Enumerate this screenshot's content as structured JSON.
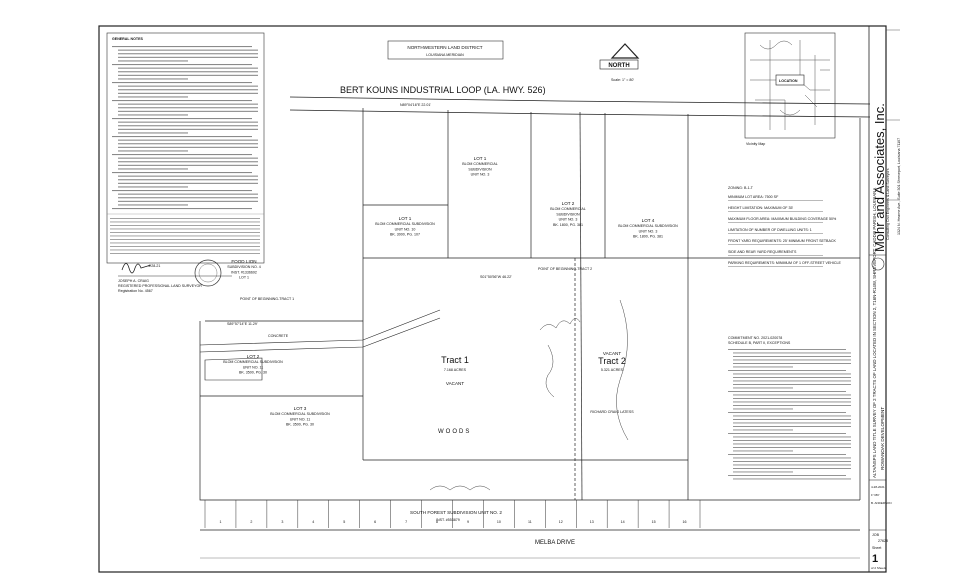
{
  "notes": {
    "title": "GENERAL NOTES"
  },
  "district": {
    "line1": "NORTHWESTERN LAND DISTRICT",
    "line2": "LOUISIANA MERIDIAN"
  },
  "north": {
    "label": "NORTH",
    "scale": "Scale: 1\" = 80'"
  },
  "road_top": "BERT KOUNS INDUSTRIAL LOOP (LA. HWY. 526)",
  "road_bottom": "MELBA DRIVE",
  "vicinity": {
    "location_label": "LOCATION",
    "caption": "Vicinity Map"
  },
  "lots": {
    "lot1_blom": [
      "LOT 1",
      "BLOM COMMERCIAL SUBDIVISION",
      "UNIT NO. 10",
      "BK. 3000, PG. 107"
    ],
    "lot1_unit3": [
      "LOT 1",
      "BLOM COMMERCIAL",
      "SUBDIVISION",
      "UNIT NO. 3"
    ],
    "lot2_unit3": [
      "LOT 2",
      "BLOM COMMERCIAL",
      "SUBDIVISION",
      "UNIT NO. 3",
      "BK. 1800, PG. 381"
    ],
    "lot4_unit3": [
      "LOT 4",
      "BLOM COMMERCIAL SUBDIVISION",
      "UNIT NO. 3",
      "BK. 1800, PG. 381"
    ],
    "food_lion": [
      "FOOD LION",
      "SUBDIVISION NO. 4",
      "INST. #1336692",
      "LOT 1"
    ],
    "lot2_unit11": [
      "LOT 2",
      "BLOM COMMERCIAL SUBDIVISION",
      "UNIT NO. 11",
      "BK. 3500, PG. 30"
    ],
    "lot3_unit11": [
      "LOT 3",
      "BLOM COMMERCIAL SUBDIVISION",
      "UNIT NO. 11",
      "BK. 3500, PG. 30"
    ]
  },
  "tracts": {
    "tract1": [
      "Tract 1",
      "7.168 ACRES",
      "VACANT"
    ],
    "tract2": [
      "VACANT",
      "Tract 2",
      "5.321 ACRES"
    ],
    "owners": "RICHARD CRAIG LATESS"
  },
  "woods": "WOODS",
  "south_forest": [
    "SOUTH FOREST SUBDIVISION UNIT NO. 2",
    "INST. #553879"
  ],
  "bottom_lots": [
    "1",
    "2",
    "3",
    "4",
    "5",
    "6",
    "7",
    "8",
    "9",
    "10",
    "11",
    "12",
    "13",
    "14",
    "15",
    "16"
  ],
  "zoning": {
    "zone": "ZONING: B-1-T",
    "lines": [
      "MINIMUM LOT AREA: 7500 SF",
      "HEIGHT LIMITATION: MAXIMUM OF 35'",
      "MAXIMUM FLOOR AREA: MAXIMUM BUILDING COVERAGE 50%",
      "LIMITATION OF NUMBER OF DWELLING UNITS: 1",
      "FRONT YARD REQUIREMENTS: 25' MINIMUM FRONT SETBACK",
      "SIDE AND REAR YARD REQUIREMENTS",
      "PARKING REQUIREMENTS: MINIMUM OF 1 OFF-STREET VEHICLE"
    ]
  },
  "commitment": {
    "title": "COMMITMENT NO. 2021-020078",
    "subtitle": "SCHEDULE B, PART II, EXCEPTIONS"
  },
  "title_block": {
    "company": "Mohr and Associates, Inc.",
    "tagline": "Consulting Civil Engineers & Land Surveyors",
    "address": "1324 N. Hearne Ave., Suite 301  Shreveport, Louisiana 71107",
    "project": "ALTA/NSPS LAND TITLE SURVEY OF 2 TRACTS OF LAND LOCATED IN SECTION 2, T16N-R14W, SHREVEPORT, CADDO PARISH, LOUISIANA",
    "client": "ROWANOAK DEVELOPMENT",
    "sheet_label": "Sheet",
    "sheet_number": "1",
    "of_sheets": "of 2 Sheets",
    "job_label": "JOB",
    "job_number": "27628",
    "date": "4-28-2021",
    "scale": "1\"=80'",
    "drawn": "B. ANDERSON"
  },
  "signature": {
    "name": "JOSEPH A. CRAIG",
    "title": "REGISTERED PROFESSIONAL LAND SURVEYOR",
    "reg": "Registration No. 4567",
    "date": "4-28-21"
  },
  "labels": {
    "pob1": "POINT OF BEGINNING-TRACT 1",
    "pob2": "POINT OF BEGINNING-TRACT 2",
    "tie1": "S89°57'14\"E 11.29'",
    "tie2": "S01°50'56\"W 46.22'",
    "brg_top": "N89°04'16\"E 22.01'",
    "concrete": "CONCRETE"
  }
}
